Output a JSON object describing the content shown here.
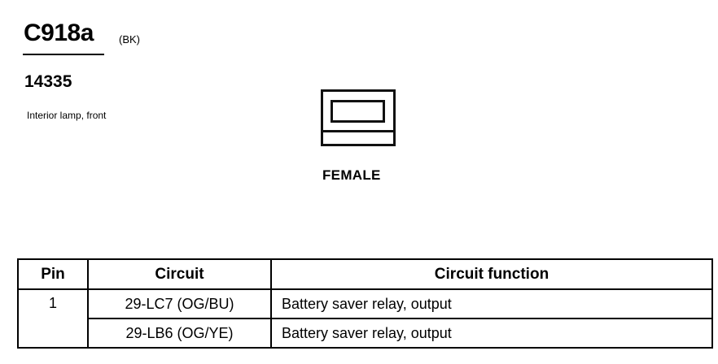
{
  "connector": {
    "id": "C918a",
    "color_code": "(BK)",
    "part_number": "14335",
    "description": "Interior lamp, front",
    "gender": "FEMALE"
  },
  "pin_table": {
    "headers": [
      "Pin",
      "Circuit",
      "Circuit function"
    ],
    "rows": [
      {
        "pin": "1",
        "circuit": "29-LC7 (OG/BU)",
        "function": "Battery saver relay, output"
      },
      {
        "pin": "",
        "circuit": "29-LB6 (OG/YE)",
        "function": "Battery saver relay, output"
      }
    ]
  }
}
